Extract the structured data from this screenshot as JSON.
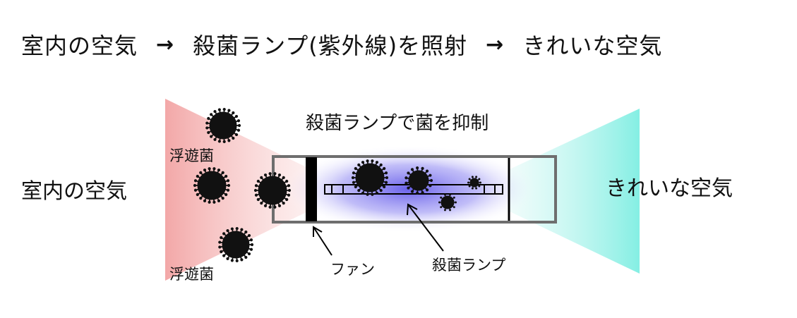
{
  "flow": {
    "step1": "室内の空気",
    "step2": "殺菌ランプ(紫外線)を照射",
    "step3": "きれいな空気",
    "arrow_glyph": "→"
  },
  "diagram": {
    "box_caption": "殺菌ランプで菌を抑制",
    "left_label": "室内の空気",
    "right_label": "きれいな空気",
    "germ_label_top": "浮遊菌",
    "germ_label_bottom": "浮遊菌",
    "fan_label": "ファン",
    "lamp_label": "殺菌ランプ"
  },
  "colors": {
    "inflow": "#f3a9a9",
    "outflow": "#8ff0e6",
    "uv_glow": "#6b5cf0",
    "box_border": "#6e6e6e",
    "germ": "#111111"
  }
}
